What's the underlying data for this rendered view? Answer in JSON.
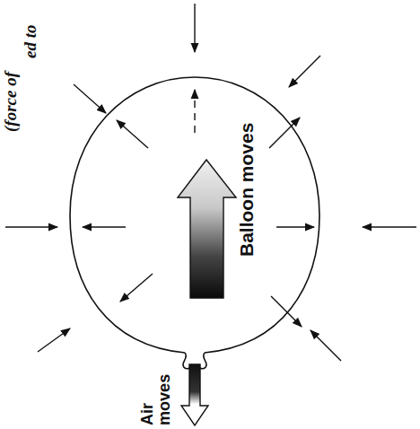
{
  "diagram": {
    "labels": [
      "Balloon moves",
      "Air moves",
      "(force of",
      "ed to"
    ]
  }
}
